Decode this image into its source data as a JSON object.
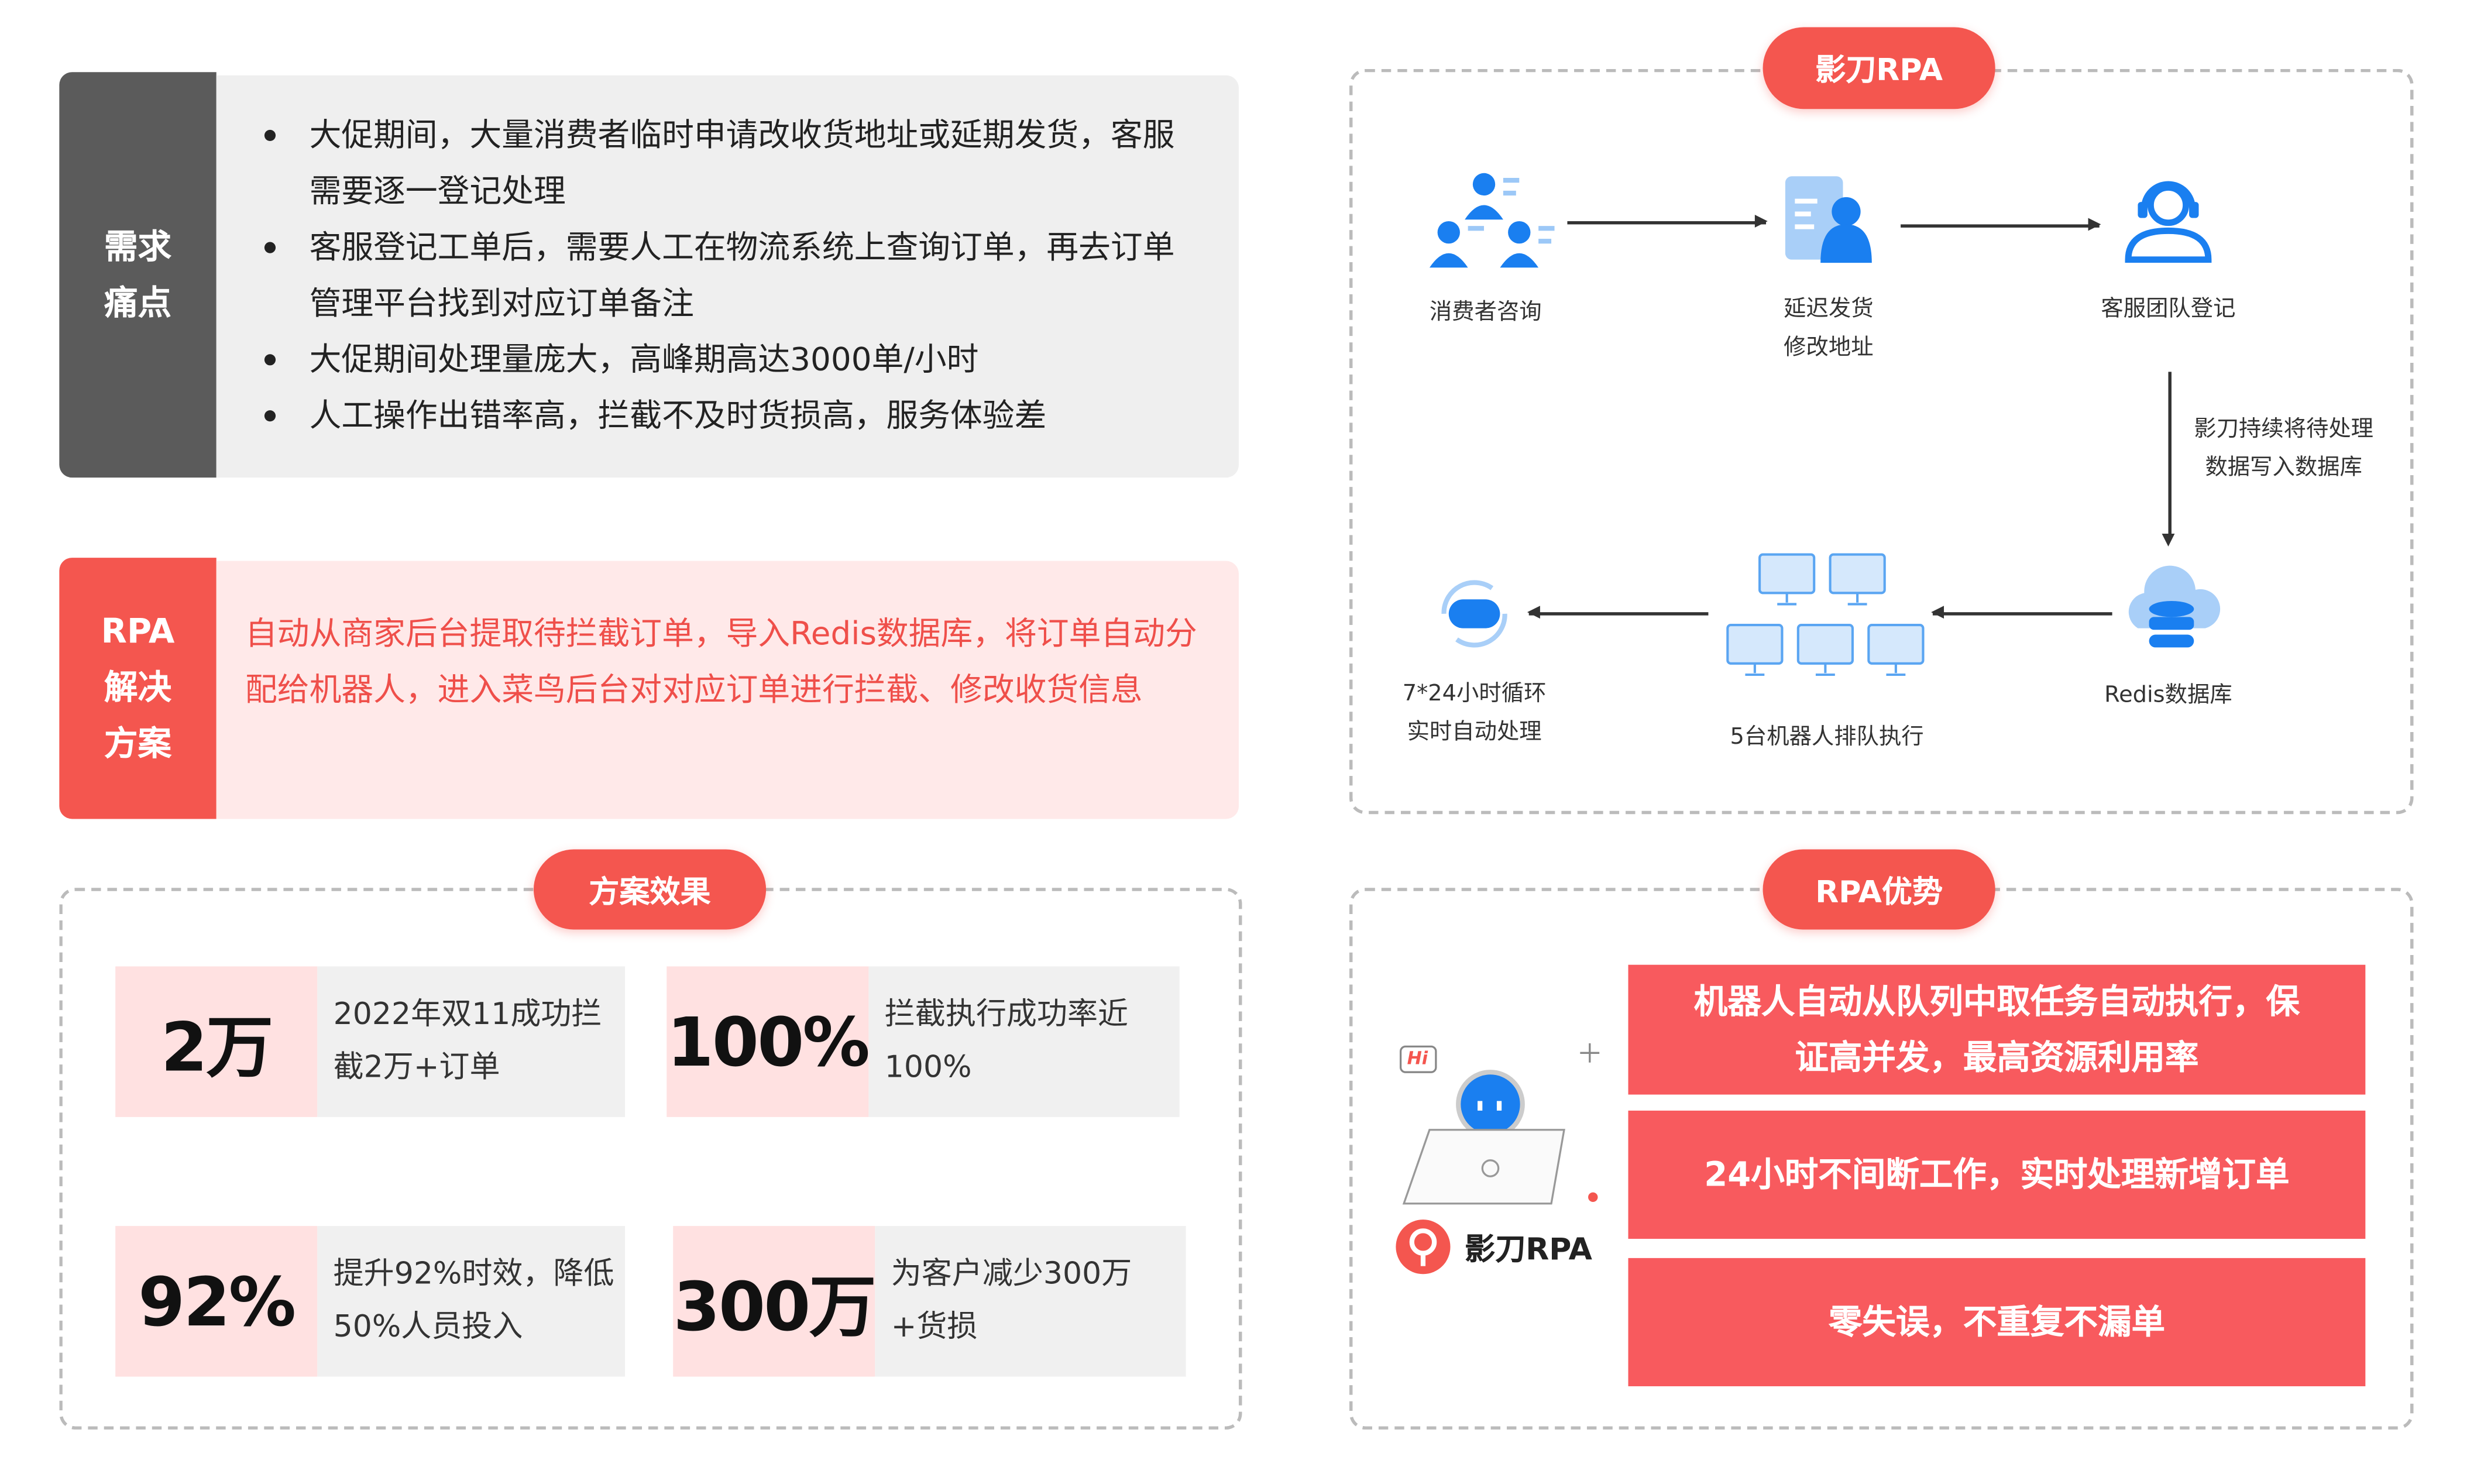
{
  "pain": {
    "label": "需求\n痛点",
    "items": [
      "大促期间，大量消费者临时申请改收货地址或延期发货，客服需要逐一登记处理",
      "客服登记工单后，需要人工在物流系统上查询订单，再去订单管理平台找到对应订单备注",
      "大促期间处理量庞大，高峰期高达3000单/小时",
      "人工操作出错率高，拦截不及时货损高，服务体验差"
    ]
  },
  "solution": {
    "label": "RPA\n解决\n方案",
    "text": "自动从商家后台提取待拦截订单，导入Redis数据库，将订单自动分配给机器人，进入菜鸟后台对对应订单进行拦截、修改收货信息"
  },
  "effect": {
    "title": "方案效果",
    "stats": [
      {
        "value": "2万",
        "desc": "2022年双11成功拦截2万+订单"
      },
      {
        "value": "100%",
        "desc": "拦截执行成功率近100%"
      },
      {
        "value": "92%",
        "desc": "提升92%时效，降低50%人员投入"
      },
      {
        "value": "300万",
        "desc": "为客户减少300万+货损"
      }
    ]
  },
  "flow": {
    "title": "影刀RPA",
    "nodes": {
      "consumer": "消费者咨询",
      "delay_1": "延迟发货",
      "delay_2": "修改地址",
      "service": "客服团队登记",
      "write_1": "影刀持续将待处理",
      "write_2": "数据写入数据库",
      "redis": "Redis数据库",
      "robots": "5台机器人排队执行",
      "loop_1": "7*24小时循环",
      "loop_2": "实时自动处理"
    }
  },
  "advantage": {
    "title": "RPA优势",
    "logo_text": "影刀RPA",
    "bubble": "Hi",
    "items": [
      "机器人自动从队列中取任务自动执行，保证高并发，最高资源利用率",
      "24小时不间断工作，实时处理新增订单",
      "零失误，不重复不漏单"
    ]
  },
  "colors": {
    "accent": "#f4564f",
    "dark_label": "#5b5b5b",
    "icon_blue": "#1a7ff0"
  }
}
